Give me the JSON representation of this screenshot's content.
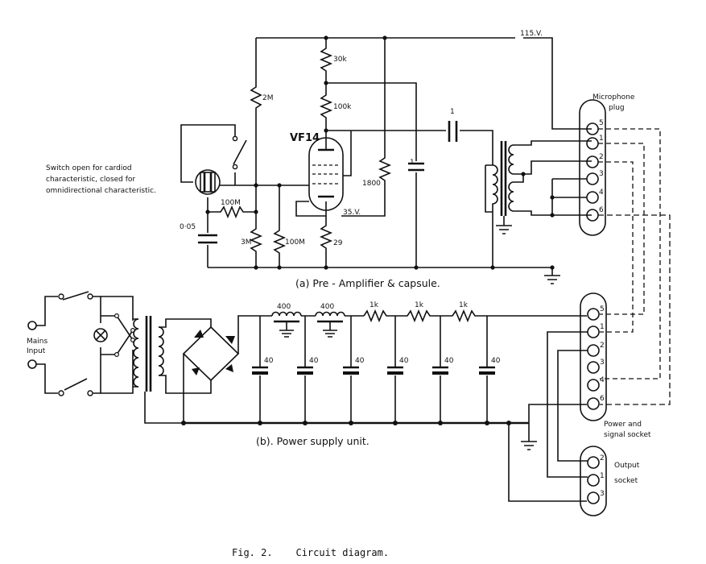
{
  "caption": "Fig. 2.    Circuit diagram.",
  "preamp": {
    "title": "(a) Pre - Amplifier & capsule.",
    "switch_note": [
      "Switch open for cardiod",
      "characteristic, closed for",
      "omnidirectional characteristic."
    ],
    "tube": "VF14",
    "supply_115": "115.V.",
    "supply_35": "35.V.",
    "r_30k": "30k",
    "r_100k": "100k",
    "r_2m": "2M",
    "r_100m_a": "100M",
    "r_3m": "3M",
    "r_100m_b": "100M",
    "r_29": "29",
    "r_1800": "1800",
    "c_005": "0·05",
    "c_1": "1",
    "plug_title": [
      "Microphone",
      "plug"
    ],
    "plug_pins": [
      "5",
      "1",
      "2",
      "3",
      "4",
      "6"
    ]
  },
  "psu": {
    "title": "(b). Power supply unit.",
    "mains": [
      "Mains",
      "Input"
    ],
    "chokes": [
      "400",
      "400"
    ],
    "resistors": [
      "1k",
      "1k",
      "1k"
    ],
    "caps": [
      "40",
      "40",
      "40",
      "40",
      "40",
      "40"
    ],
    "power_socket_title": [
      "Power and",
      "signal socket"
    ],
    "power_socket_pins": [
      "5",
      "1",
      "2",
      "3",
      "4",
      "6"
    ],
    "output_socket_title": [
      "Output",
      "socket"
    ],
    "output_socket_pins": [
      "2",
      "1",
      "3"
    ]
  }
}
